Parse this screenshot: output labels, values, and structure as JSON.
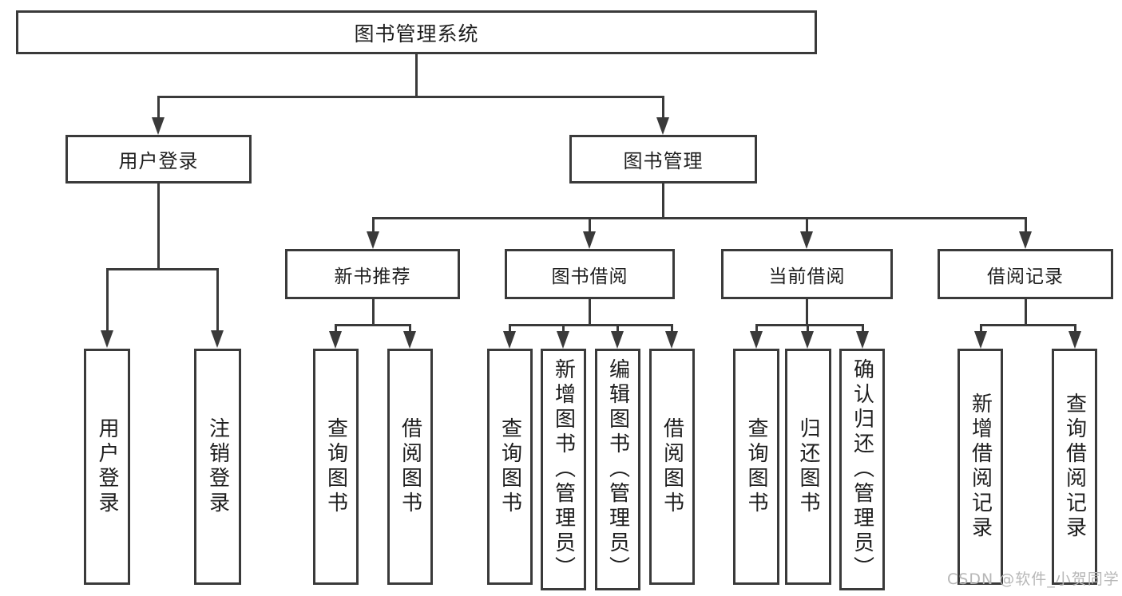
{
  "diagram": {
    "root": {
      "label": "图书管理系统"
    },
    "branches": {
      "user": {
        "label": "用户登录",
        "leaves": [
          "用户登录",
          "注销登录"
        ]
      },
      "book": {
        "label": "图书管理",
        "groups": [
          {
            "label": "新书推荐",
            "leaves": [
              "查询图书",
              "借阅图书"
            ]
          },
          {
            "label": "图书借阅",
            "leaves": [
              "查询图书",
              "新增图书（管理员）",
              "编辑图书（管理员）",
              "借阅图书"
            ]
          },
          {
            "label": "当前借阅",
            "leaves": [
              "查询图书",
              "归还图书",
              "确认归还（管理员）"
            ]
          },
          {
            "label": "借阅记录",
            "leaves": [
              "新增借阅记录",
              "查询借阅记录"
            ]
          }
        ]
      }
    },
    "watermark": "CSDN @软件_小贺同学"
  },
  "colors": {
    "line": "#3a3a3a",
    "text": "#1e1e1e",
    "watermark": "#b7b7b7",
    "bg": "#ffffff"
  }
}
